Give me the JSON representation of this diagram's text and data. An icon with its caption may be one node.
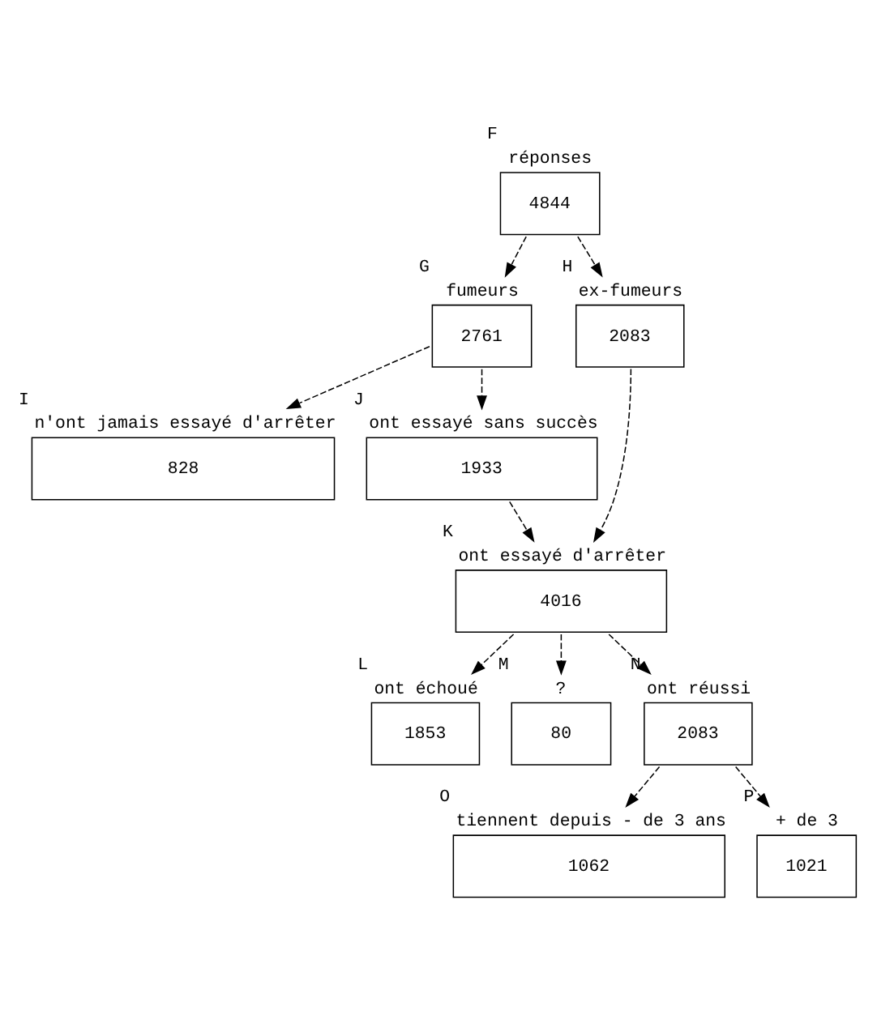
{
  "diagram": {
    "nodes": [
      {
        "text": [
          "réponses",
          "4844"
        ],
        "beside": [
          "F"
        ]
      },
      {
        "text": [
          "fumeurs",
          "2761"
        ],
        "beside": [
          "G"
        ]
      },
      {
        "text": [
          "ex-fumeurs",
          "2083"
        ],
        "beside": [
          "H"
        ]
      },
      {
        "text": [
          "n'ont jamais essayé d'arrêter",
          "828"
        ],
        "beside": [
          "I"
        ]
      },
      {
        "text": [
          "ont essayé sans succès",
          "1933"
        ],
        "beside": [
          "J"
        ]
      },
      {
        "text": [
          "ont essayé d'arrêter",
          "4016"
        ],
        "beside": [
          "K"
        ]
      },
      {
        "text": [
          "ont échoué",
          "1853"
        ],
        "beside": [
          "L"
        ]
      },
      {
        "text": [
          "?",
          "80"
        ],
        "beside": [
          "M"
        ]
      },
      {
        "text": [
          "ont réussi",
          "2083"
        ],
        "beside": [
          "N"
        ]
      },
      {
        "text": [
          "tiennent depuis - de 3 ans",
          "1062"
        ],
        "beside": [
          "O"
        ]
      },
      {
        "text": [
          "+ de 3",
          "1021"
        ],
        "beside": [
          "P"
        ]
      }
    ],
    "edges": [
      {
        "from": 0,
        "to": 1,
        "arrow": "to",
        "style": "dashed"
      },
      {
        "from": 0,
        "to": 2,
        "arrow": "to",
        "style": "dashed"
      },
      {
        "from": 1,
        "to": 3,
        "arrow": "to",
        "style": "dashed"
      },
      {
        "from": 1,
        "to": 4,
        "arrow": "to",
        "style": "dashed"
      },
      {
        "from": 4,
        "to": 5,
        "arrow": "to",
        "style": "dashed"
      },
      {
        "from": 2,
        "to": 5,
        "arrow": "to",
        "style": "dashed"
      },
      {
        "from": 5,
        "to": 6,
        "arrow": "to",
        "style": "dashed"
      },
      {
        "from": 5,
        "to": 7,
        "arrow": "to",
        "style": "dashed"
      },
      {
        "from": 5,
        "to": 8,
        "arrow": "to",
        "style": "dashed"
      },
      {
        "from": 8,
        "to": 9,
        "arrow": "to",
        "style": "dashed"
      },
      {
        "from": 8,
        "to": 10,
        "arrow": "to",
        "style": "dashed"
      }
    ]
  }
}
